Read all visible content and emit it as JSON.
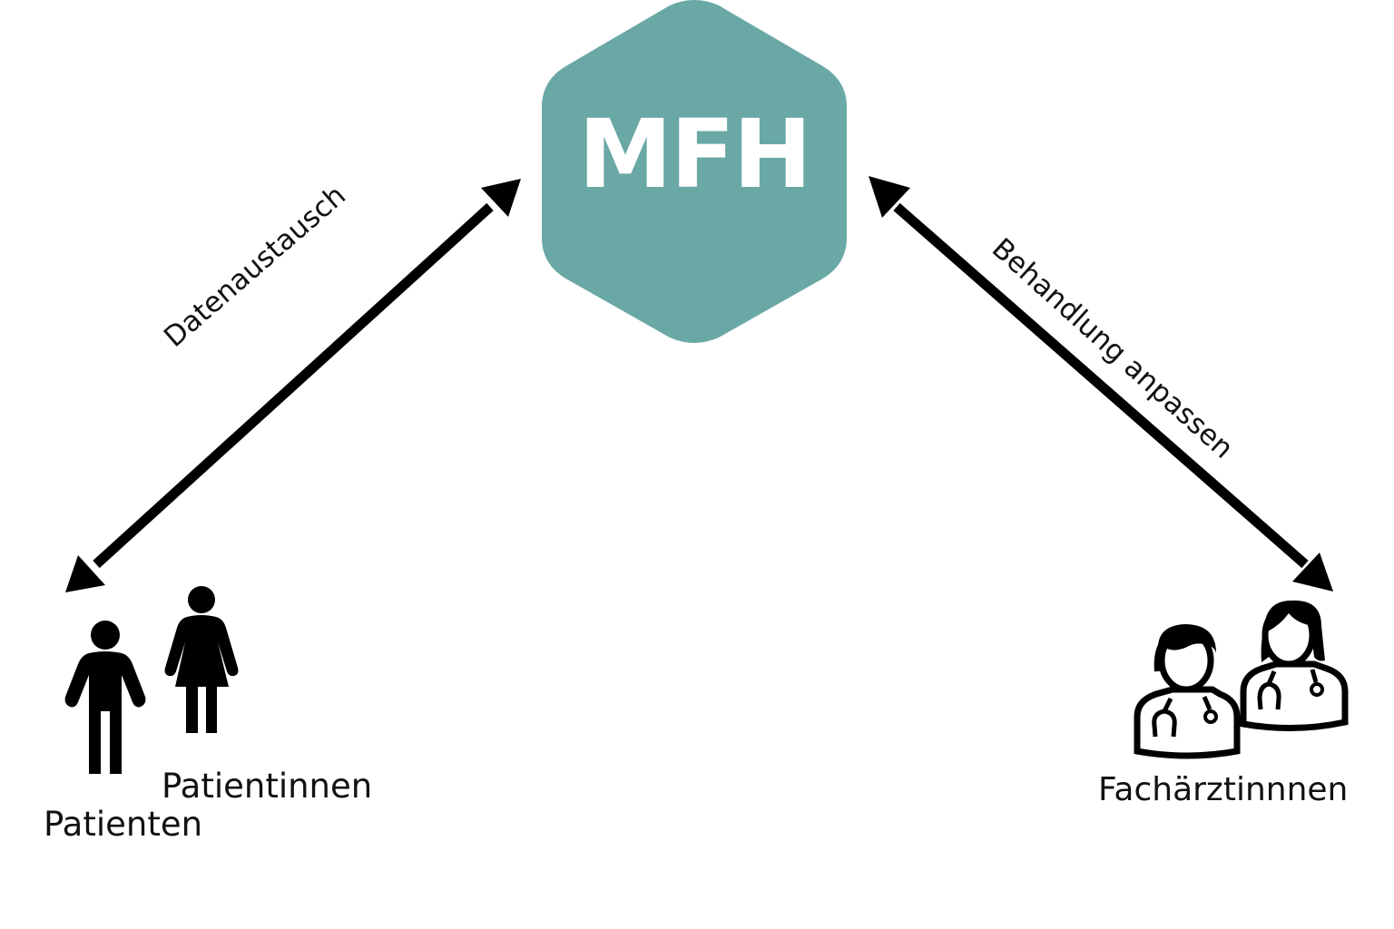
{
  "diagram": {
    "hub": {
      "label": "MFH",
      "color": "#6aa8a6",
      "text_color": "#ffffff"
    },
    "edges": [
      {
        "from": "hub",
        "to": "patients",
        "label": "Datenaustausch",
        "bidirectional": true
      },
      {
        "from": "hub",
        "to": "specialists",
        "label": "Behandlung anpassen",
        "bidirectional": true
      }
    ],
    "nodes": {
      "patients": {
        "labels": [
          "Patientinnen",
          "Patienten"
        ],
        "icons": [
          "male-person-icon",
          "female-person-icon"
        ]
      },
      "specialists": {
        "label": "Fachärztinnnen",
        "icons": [
          "male-doctor-icon",
          "female-doctor-icon"
        ]
      }
    },
    "arrow_color": "#000000"
  }
}
